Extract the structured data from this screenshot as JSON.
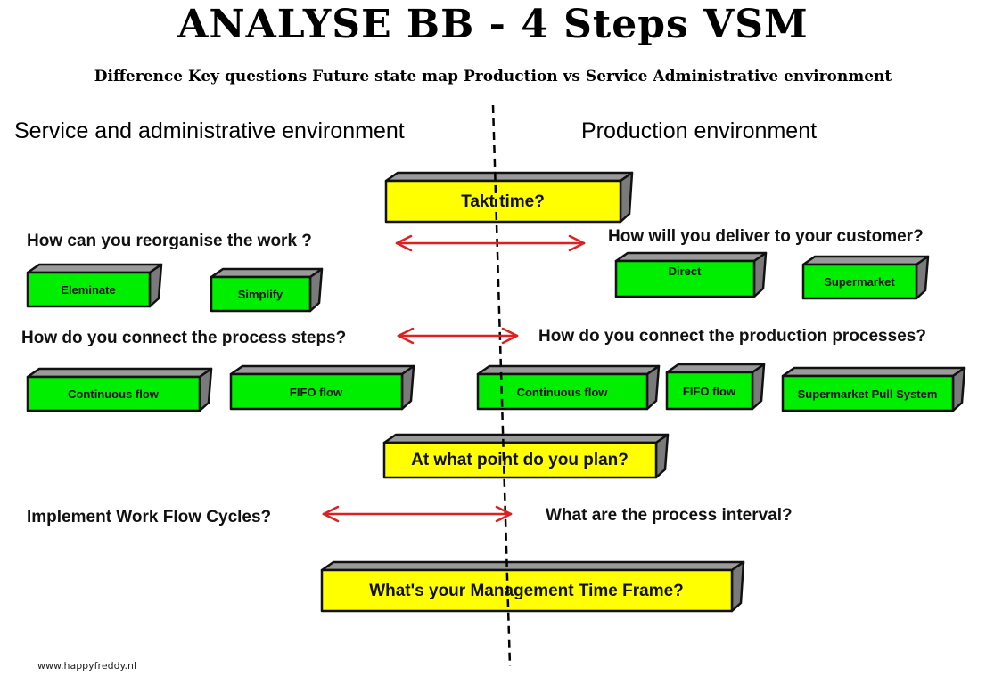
{
  "title": "ANALYSE BB - 4 Steps VSM",
  "subtitle": "Difference Key questions Future state map Production vs Service Administrative environment",
  "headers": {
    "left": "Service and administrative environment",
    "right": "Production environment"
  },
  "questions": {
    "takt": "Takt time?",
    "reorganise": "How can you reorganise the work ?",
    "deliver": "How will you deliver to your customer?",
    "connect_steps": "How do you connect the process steps?",
    "connect_production": "How do you connect the production processes?",
    "plan": "At what point do you plan?",
    "work_flow": "Implement Work Flow Cycles?",
    "interval": "What are the process interval?",
    "management": "What's your Management Time Frame?"
  },
  "options": {
    "eleminate": "Eleminate",
    "simplify": "Simplify",
    "direct": "Direct",
    "supermarket": "Supermarket",
    "continuous_left": "Continuous flow",
    "fifo_left": "FIFO flow",
    "continuous_right": "Continuous flow",
    "fifo_right": "FIFO flow",
    "pull": "Supermarket Pull System"
  },
  "footer": "www.happyfreddy.nl",
  "colors": {
    "yellow": "#ffff00",
    "green": "#00ee00",
    "arrow": "#e02020",
    "bevel": "#8a8a8a"
  }
}
